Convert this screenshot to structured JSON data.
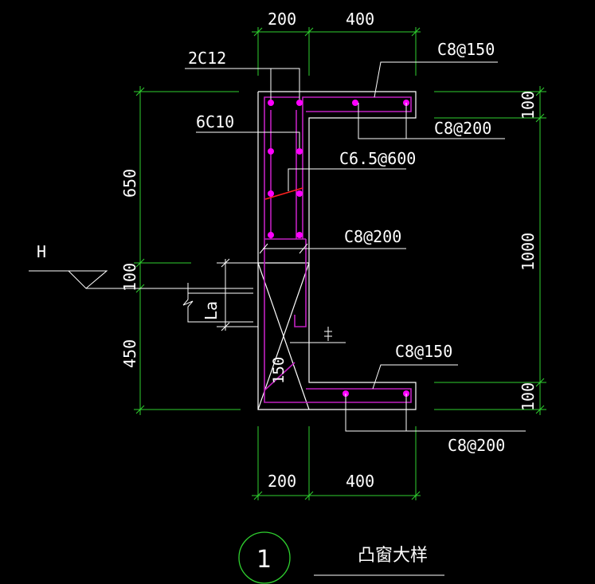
{
  "drawing": {
    "colors": {
      "background": "#000000",
      "dimension": "#2fd12f",
      "outline": "#ffffff",
      "rebar": "#c020c0",
      "rebar_dot": "#ff00ff",
      "tie": "#ff2020"
    },
    "dims": {
      "top_left": "200",
      "top_right": "400",
      "bottom_left": "200",
      "bottom_right": "400",
      "left_upper": "650",
      "left_mid": "100",
      "left_lower": "450",
      "right_top": "100",
      "right_mid": "1000",
      "right_bottom": "100",
      "inner_150": "150",
      "la": "La"
    },
    "labels": {
      "bar_2c12": "2C12",
      "bar_6c10": "6C10",
      "top_c8_150": "C8@150",
      "top_c8_200": "C8@200",
      "c65_600": "C6.5@600",
      "mid_c8_200": "C8@200",
      "bot_c8_150": "C8@150",
      "bot_c8_200": "C8@200",
      "level_h": "H"
    },
    "title": {
      "number": "1",
      "text": "凸窗大样"
    }
  }
}
